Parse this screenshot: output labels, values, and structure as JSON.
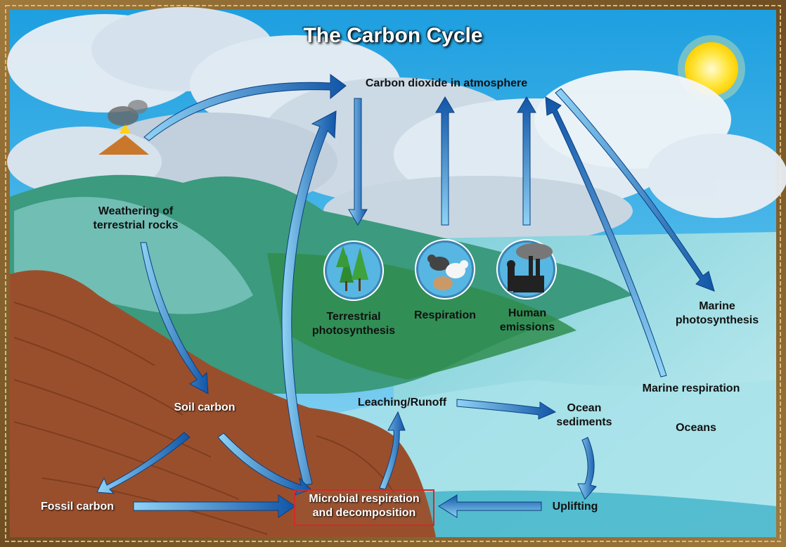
{
  "title": "The Carbon Cycle",
  "labels": {
    "atmosphere": "Carbon dioxide in atmosphere",
    "weathering": "Weathering of\nterrestrial rocks",
    "terrestrial_photosynthesis": "Terrestrial\nphotosynthesis",
    "respiration": "Respiration",
    "human_emissions": "Human\nemissions",
    "marine_photosynthesis": "Marine\nphotosynthesis",
    "marine_respiration": "Marine respiration",
    "oceans": "Oceans",
    "soil_carbon": "Soil carbon",
    "leaching_runoff": "Leaching/Runoff",
    "ocean_sediments": "Ocean\nsediments",
    "fossil_carbon": "Fossil carbon",
    "microbial": "Microbial respiration\nand decomposition",
    "uplifting": "Uplifting"
  },
  "colors": {
    "arrow_light": "#6fc3f0",
    "arrow_dark": "#1155a8",
    "highlight_box": "#d12a2a",
    "frame": "#8a6630"
  }
}
